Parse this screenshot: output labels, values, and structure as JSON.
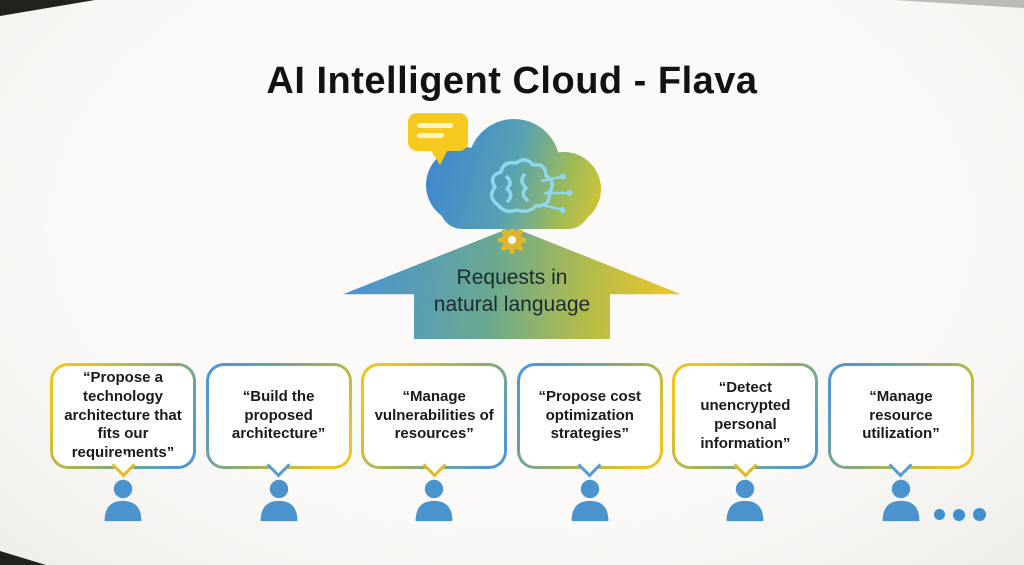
{
  "title": "AI Intelligent Cloud - Flava",
  "arrow": {
    "label_line1": "Requests in",
    "label_line2": "natural language"
  },
  "bubbles": [
    {
      "text": "“Propose a technology architecture that fits our requirements”"
    },
    {
      "text": "“Build the proposed architecture”"
    },
    {
      "text": "“Manage vulnerabilities of resources”"
    },
    {
      "text": "“Propose cost optimization strategies”"
    },
    {
      "text": "“Detect unencrypted personal information”"
    },
    {
      "text": "“Manage resource utilization”"
    }
  ],
  "icons": {
    "cloud": "ai-cloud",
    "chat": "chat-bubble",
    "brain": "ai-brain-circuit",
    "gear": "gear",
    "person": "user-silhouette",
    "more": "ellipsis-more-users"
  },
  "colors": {
    "blue": "#4f98d4",
    "yellow": "#efc41f",
    "person_blue": "#4a93cc",
    "text_dark": "#1a1a1a"
  }
}
